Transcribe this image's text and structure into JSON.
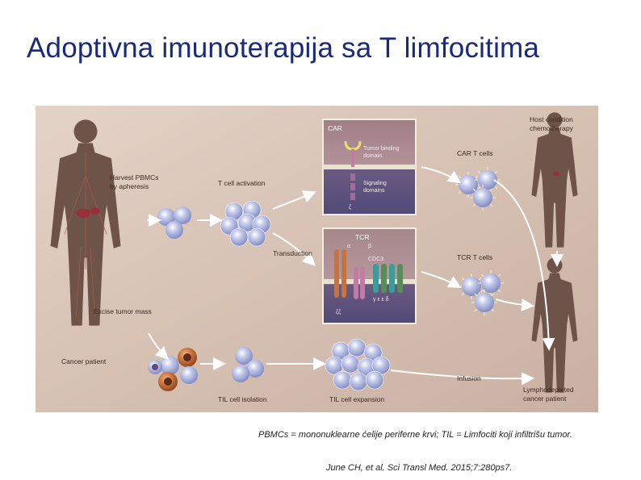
{
  "slide": {
    "title": "Adoptivna imunoterapija sa T limfocitima",
    "caption": "PBMCs = mononuklearne ćelije periferne krvi; TIL = Limfociti koji infiltrišu tumor.",
    "citation": "June CH, et al. Sci Transl Med. 2015;7:280ps7."
  },
  "figure": {
    "labels": {
      "harvest_pbmcs": [
        "Harvest PBMCs",
        "by apheresis"
      ],
      "t_cell_activation": "T cell activation",
      "transduction": "Transduction",
      "excise_tumor_mass": "Excise tumor mass",
      "cancer_patient": "Cancer patient",
      "til_cell_isolation": "TIL cell isolation",
      "til_cell_expansion": "TIL cell expansion",
      "car": "CAR",
      "tumor_binding_domain": [
        "Tumor binding",
        "domain"
      ],
      "signaling_domains": [
        "Signaling",
        "domains"
      ],
      "tcr": "TCR",
      "alpha": "α",
      "beta": "β",
      "cdc3": "CDC3",
      "gamma_epsilon_delta": "γ ε ε δ",
      "zeta_zeta": "ζζ",
      "zeta": "ζ",
      "car_t_cells": "CAR T cells",
      "tcr_t_cells": "TCR T cells",
      "host_condition": [
        "Host condition",
        "chemotherapy"
      ],
      "infusion": "Infusion",
      "lymphodepleted": [
        "Lymphodepleted",
        "cancer patient"
      ]
    },
    "colors": {
      "background": "#d9c6b8",
      "patient_figure": "#6e5448",
      "cell": "#9fa8d6",
      "cell_nucleus": "#6c76b5",
      "tumor_cell": "#c0703a",
      "arrow": "#ffffff",
      "panel": "#b89aa6",
      "membrane": "#e6e0d2"
    }
  }
}
